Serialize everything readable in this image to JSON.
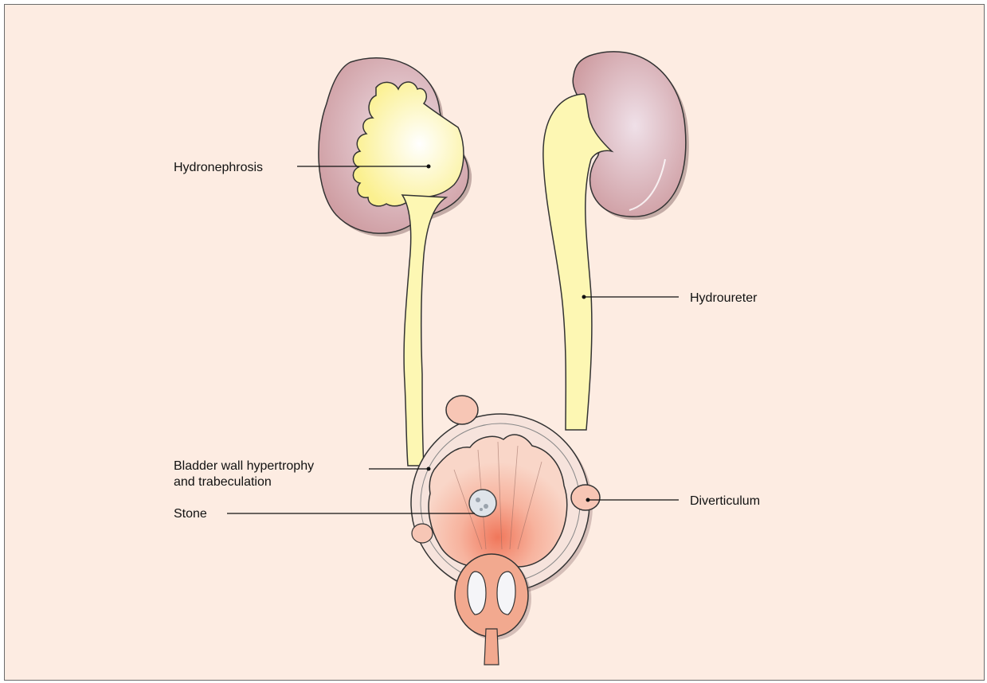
{
  "labels": {
    "hydronephrosis": "Hydronephrosis",
    "hydroureter": "Hydroureter",
    "bladder_wall_line1": "Bladder wall hypertrophy",
    "bladder_wall_line2": "and trabeculation",
    "stone": "Stone",
    "diverticulum": "Diverticulum"
  },
  "colors": {
    "background": "#fdece2",
    "kidney": "#d9a9ad",
    "urine": "#fdf7b3",
    "bladder": "#f7c6b5",
    "prostate": "#f2a98f",
    "outline": "#333333"
  }
}
